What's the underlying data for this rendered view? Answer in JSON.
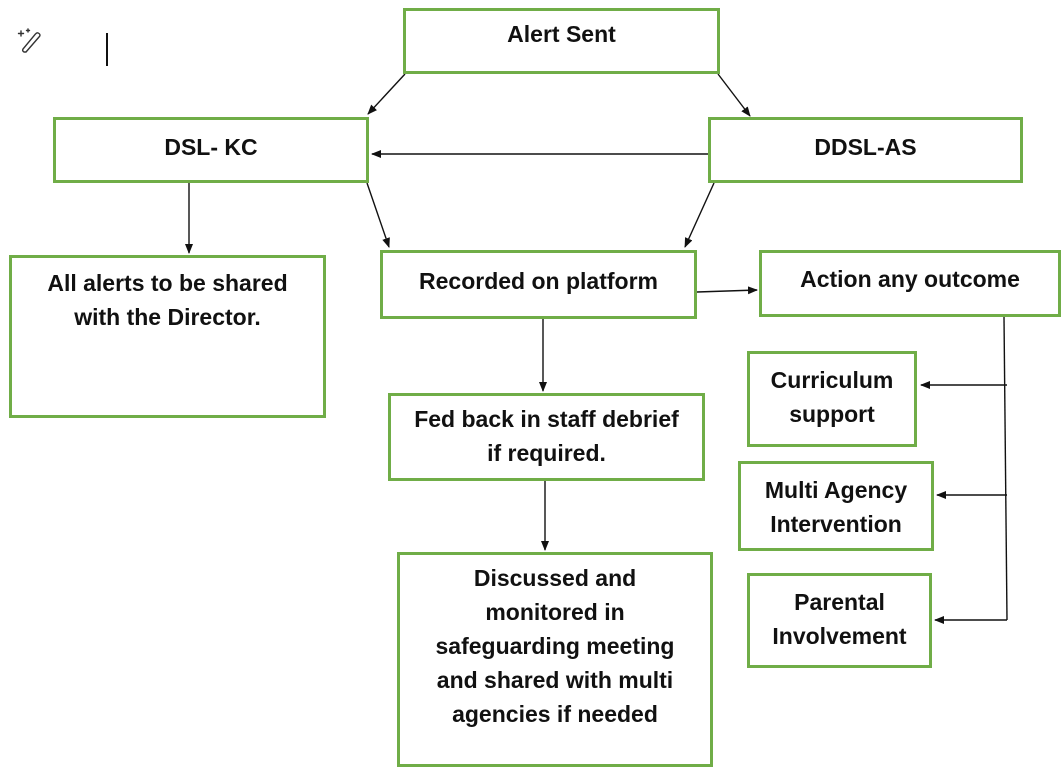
{
  "diagram": {
    "nodes": {
      "alert_sent": [
        "Alert Sent"
      ],
      "dsl_kc": [
        "DSL- KC"
      ],
      "ddsl_as": [
        "DDSL-AS"
      ],
      "all_alerts": [
        "All alerts to be shared",
        "with the Director."
      ],
      "recorded": [
        "Recorded on platform"
      ],
      "action": [
        "Action any outcome"
      ],
      "fed_back": [
        "Fed back in staff debrief",
        "if required."
      ],
      "discussed": [
        "Discussed and",
        "monitored in",
        "safeguarding meeting",
        "and shared with multi",
        "agencies if needed"
      ],
      "curriculum": [
        "Curriculum",
        "support"
      ],
      "multi_agency": [
        "Multi Agency",
        "Intervention"
      ],
      "parental": [
        "Parental",
        "Involvement"
      ]
    },
    "edges": [
      [
        "alert_sent",
        "dsl_kc"
      ],
      [
        "alert_sent",
        "ddsl_as"
      ],
      [
        "ddsl_as",
        "dsl_kc"
      ],
      [
        "dsl_kc",
        "all_alerts"
      ],
      [
        "dsl_kc",
        "recorded"
      ],
      [
        "ddsl_as",
        "recorded"
      ],
      [
        "recorded",
        "action"
      ],
      [
        "recorded",
        "fed_back"
      ],
      [
        "fed_back",
        "discussed"
      ],
      [
        "action",
        "curriculum"
      ],
      [
        "action",
        "multi_agency"
      ],
      [
        "action",
        "parental"
      ]
    ],
    "colors": {
      "box_border": "#70ad47",
      "text": "#111111",
      "arrow": "#111111"
    }
  },
  "toolbar": {
    "icon": "magic-wand-icon"
  }
}
